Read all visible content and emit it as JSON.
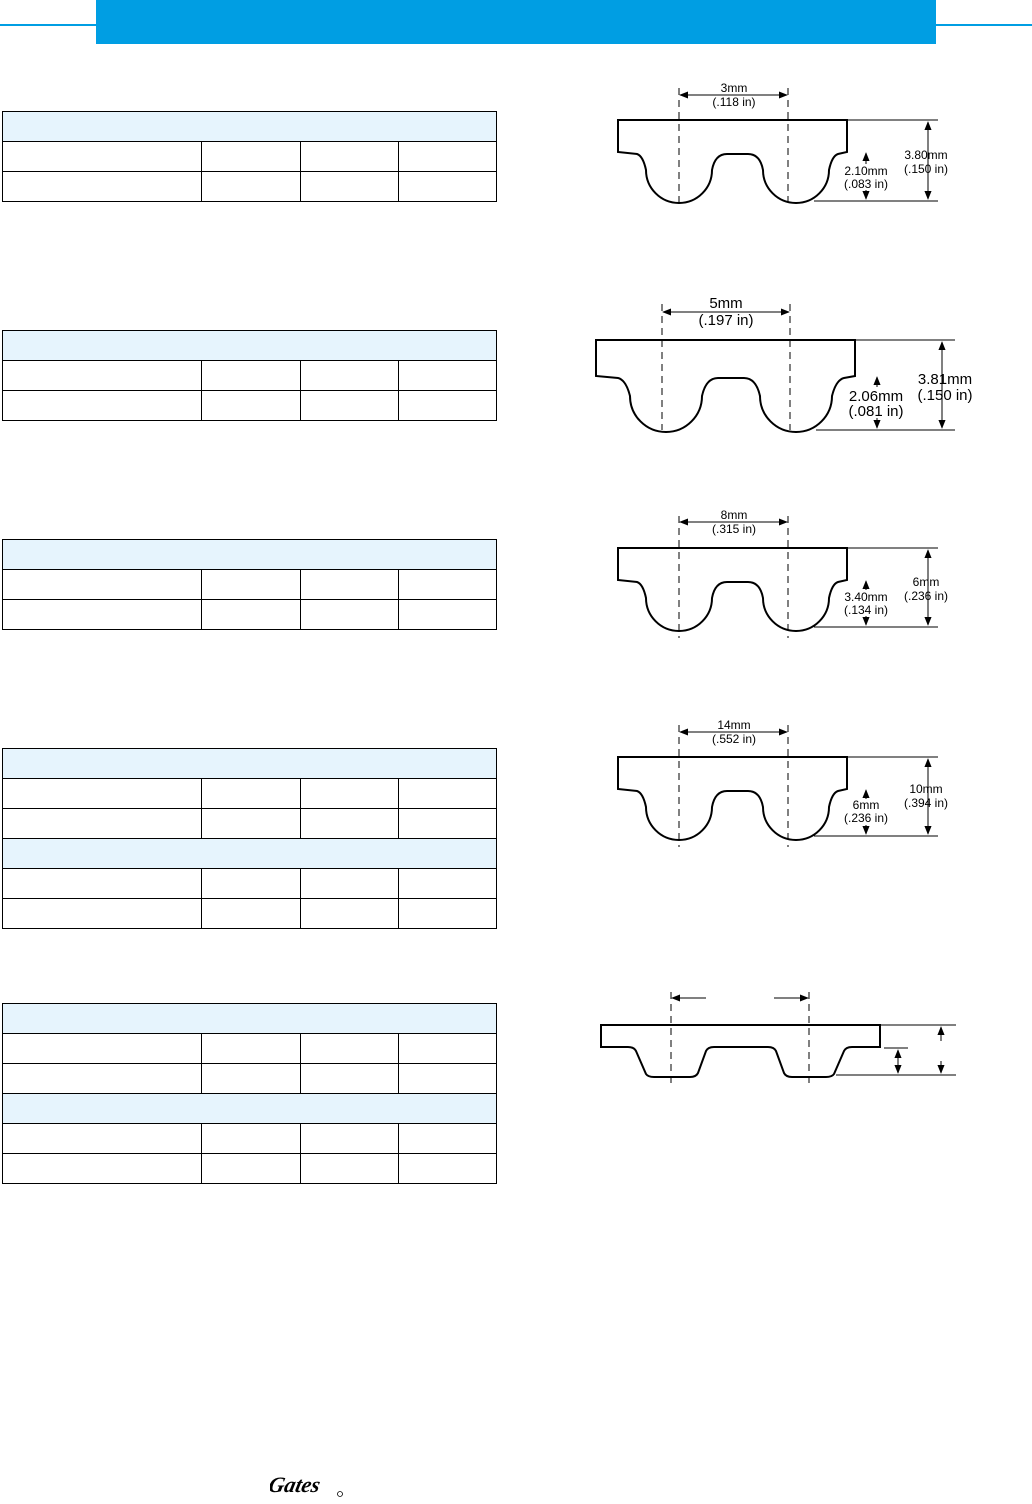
{
  "profiles": [
    {
      "pitch_mm": "3mm",
      "pitch_in": "(.118 in)",
      "depth_mm": "2.10mm",
      "depth_in": "(.083 in)",
      "height_mm": "3.80mm",
      "height_in": "(.150 in)"
    },
    {
      "pitch_mm": "5mm",
      "pitch_in": "(.197 in)",
      "depth_mm": "2.06mm",
      "depth_in": "(.081 in)",
      "height_mm": "3.81mm",
      "height_in": "(.150 in)"
    },
    {
      "pitch_mm": "8mm",
      "pitch_in": "(.315 in)",
      "depth_mm": "3.40mm",
      "depth_in": "(.134 in)",
      "height_mm": "6mm",
      "height_in": "(.236 in)"
    },
    {
      "pitch_mm": "14mm",
      "pitch_in": "(.552 in)",
      "depth_mm": "6mm",
      "depth_in": "(.236 in)",
      "height_mm": "10mm",
      "height_in": "(.394 in)"
    },
    {
      "pitch_mm": "",
      "pitch_in": "",
      "depth_mm": "",
      "depth_in": "",
      "height_mm": "",
      "height_in": ""
    }
  ],
  "logo": {
    "text": "Gates"
  }
}
